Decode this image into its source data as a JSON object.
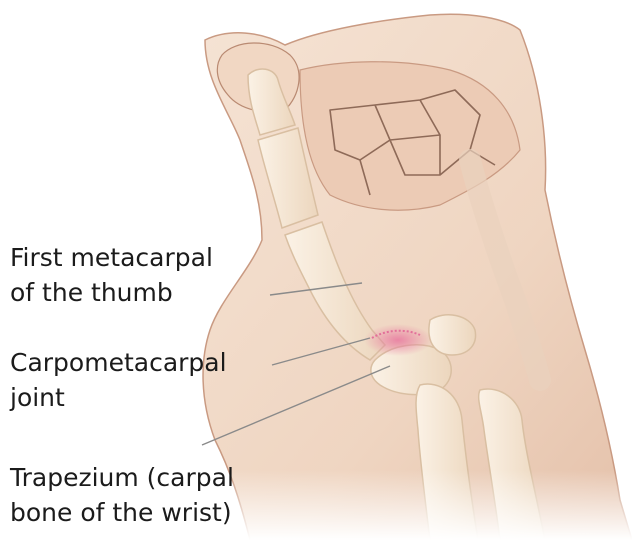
{
  "labels": {
    "metacarpal": {
      "line1": "First metacarpal",
      "line2": "of the thumb"
    },
    "carpometacarpal": {
      "line1": "Carpometacarpal",
      "line2": "joint"
    },
    "trapezium": {
      "line1": "Trapezium (carpal",
      "line2": "bone of the wrist)"
    }
  },
  "colors": {
    "skin": "#f2dccb",
    "skin_shadow": "#e2bfa8",
    "skin_outline": "#c99a82",
    "bone": "#f7ead7",
    "bone_outline": "#d9bfa2",
    "joint_highlight": "#e36f9a",
    "leader_line": "#8a8a8a",
    "text": "#1b1b1b"
  },
  "icons": [
    "hand-illustration"
  ]
}
